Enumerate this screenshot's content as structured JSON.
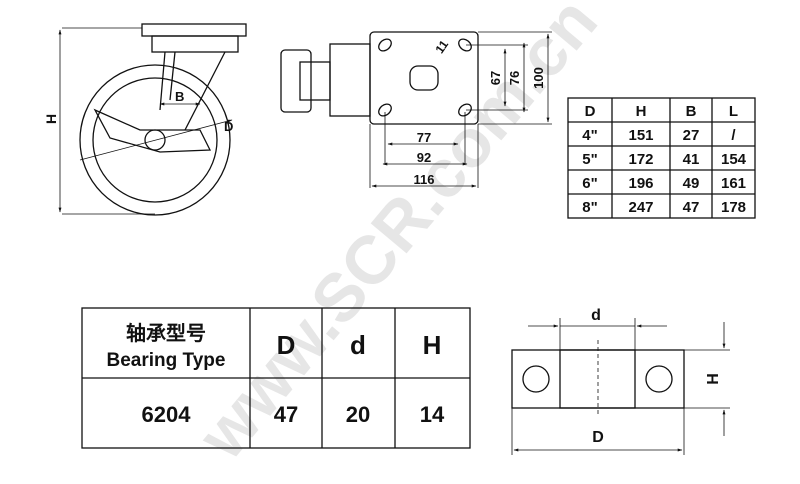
{
  "watermark": "www.SCR.com.cn",
  "caster_side_view": {
    "h_label": "H",
    "b_label": "B",
    "d_label": "D"
  },
  "top_plate_view": {
    "hole_label": "11",
    "dims_horizontal": [
      "77",
      "92",
      "116"
    ],
    "dims_vertical": [
      "67",
      "76",
      "100"
    ]
  },
  "size_table": {
    "headers": [
      "D",
      "H",
      "B",
      "L"
    ],
    "rows": [
      [
        "4\"",
        "151",
        "27",
        "/"
      ],
      [
        "5\"",
        "172",
        "41",
        "154"
      ],
      [
        "6\"",
        "196",
        "49",
        "161"
      ],
      [
        "8\"",
        "247",
        "47",
        "178"
      ]
    ]
  },
  "bearing_table": {
    "header_cn": "轴承型号",
    "header_en": "Bearing Type",
    "headers": [
      "D",
      "d",
      "H"
    ],
    "row": [
      "6204",
      "47",
      "20",
      "14"
    ]
  },
  "bearing_section": {
    "d_label": "d",
    "h_label": "H",
    "D_label": "D"
  }
}
